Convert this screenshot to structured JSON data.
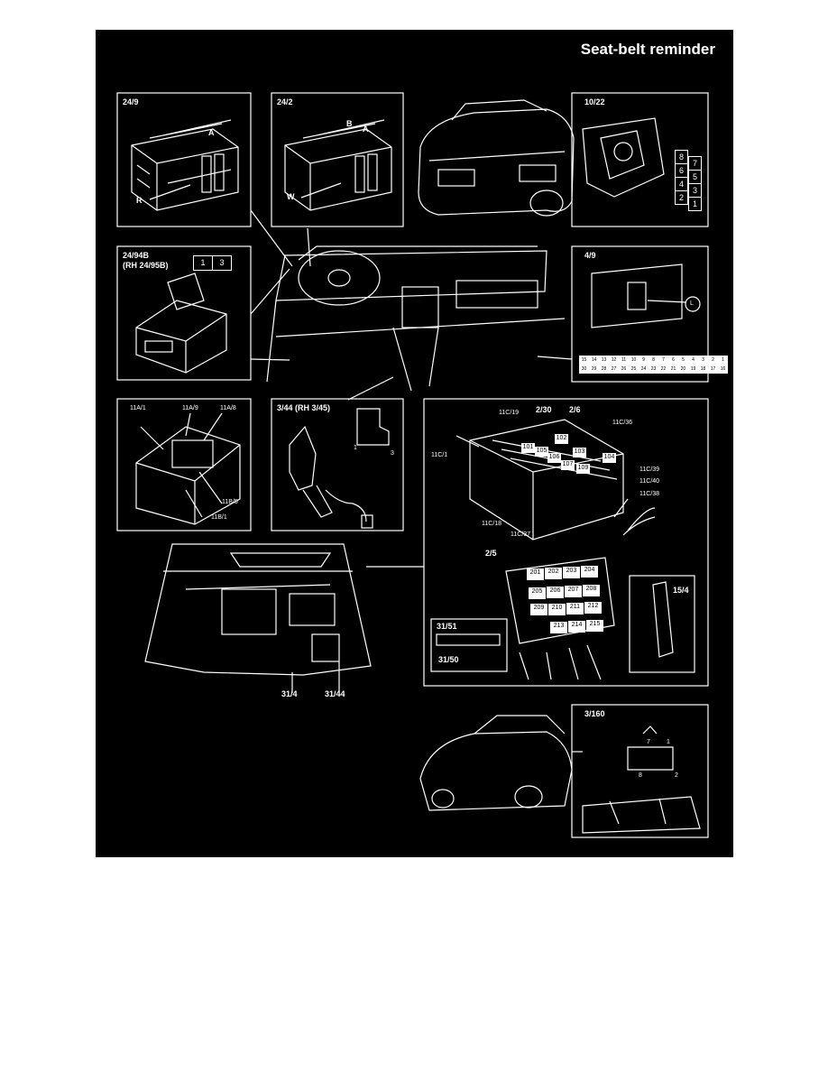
{
  "title": "Seat-belt reminder",
  "panels": {
    "p24_9": {
      "label": "24/9",
      "a": "A",
      "r": "R"
    },
    "p24_2": {
      "label": "24/2",
      "b": "B",
      "a": "A",
      "w": "W"
    },
    "p10_22": {
      "label": "10/22",
      "pins": [
        "8",
        "7",
        "6",
        "5",
        "4",
        "3",
        "2",
        "1"
      ]
    },
    "p24_94b": {
      "label": "24/94B",
      "sublabel": "(RH 24/95B)",
      "pin_left": "1",
      "pin_right": "3"
    },
    "p4_9": {
      "label": "4/9",
      "callout": "L",
      "row1": [
        "15",
        "14",
        "13",
        "12",
        "11",
        "10",
        "9",
        "8",
        "7",
        "6",
        "5",
        "4",
        "3",
        "2",
        "1"
      ],
      "row2": [
        "30",
        "29",
        "28",
        "27",
        "26",
        "25",
        "24",
        "23",
        "22",
        "21",
        "20",
        "19",
        "18",
        "17",
        "16"
      ]
    },
    "p11a": {
      "l1": "11A/1",
      "l2": "11A/9",
      "l3": "11A/8",
      "l4": "11B/5",
      "l5": "11B/1"
    },
    "p3_44": {
      "label": "3/44 (RH 3/45)",
      "pin1": "1",
      "pin3": "3"
    },
    "fusebox": {
      "c19": "11C/19",
      "f230": "2/30",
      "f26": "2/6",
      "c36": "11C/36",
      "c1": "11C/1",
      "c39": "11C/39",
      "c40": "11C/40",
      "c38": "11C/38",
      "c18": "11C/18",
      "c37": "11C/37",
      "f25": "2/5",
      "f154": "15/4",
      "r3151": "31/51",
      "r3150": "31/50",
      "fuses_top": [
        "101",
        "102",
        "105",
        "103",
        "106",
        "107",
        "104",
        "109"
      ],
      "fuses_bottom": [
        "201",
        "202",
        "203",
        "204",
        "205",
        "206",
        "207",
        "208",
        "209",
        "210",
        "211",
        "212",
        "213",
        "214",
        "215"
      ]
    },
    "engine": {
      "g314": "31/4",
      "g3144": "31/44"
    },
    "p3_160": {
      "label": "3/160",
      "pin7": "7",
      "pin1": "1",
      "pin8": "8",
      "pin2": "2"
    }
  }
}
